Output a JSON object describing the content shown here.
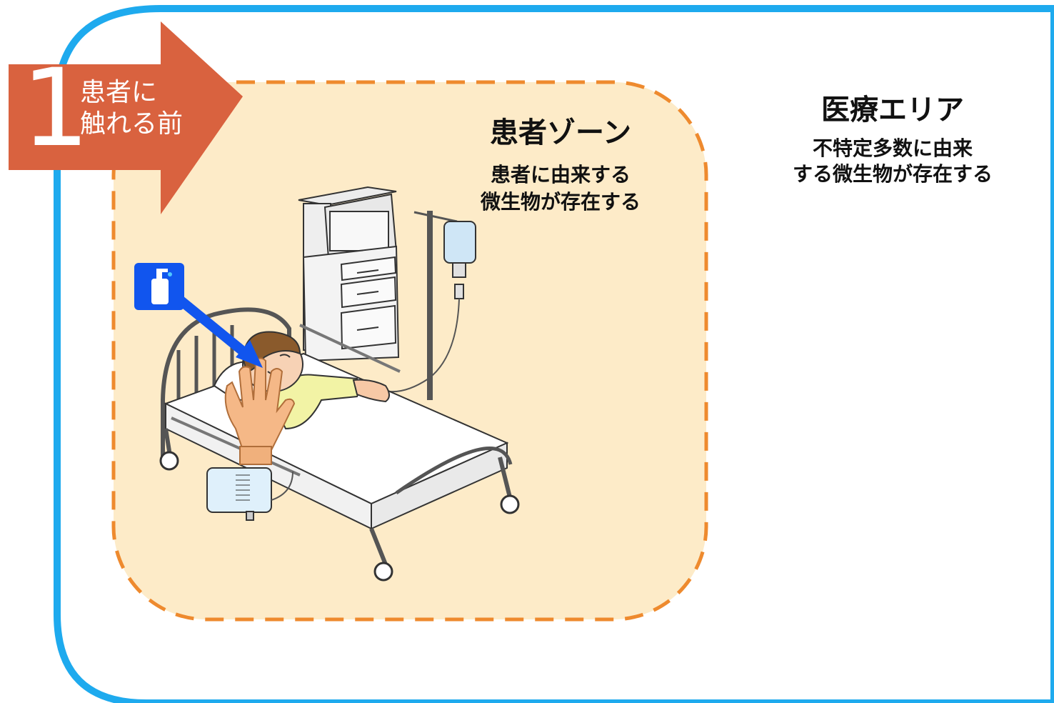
{
  "step": {
    "number": "1",
    "label": "患者に\n触れる前",
    "color": "#d9623f"
  },
  "patient_zone": {
    "title": "患者ゾーン",
    "description": "患者に由来する\n微生物が存在する",
    "fill": "#fdebc8",
    "border": "#ee8a2e"
  },
  "care_area": {
    "title": "医療エリア",
    "description": "不特定多数に由来\nする微生物が存在する",
    "border": "#1eaaee"
  },
  "icons": [
    "hand-sanitizer-icon",
    "arrow-icon",
    "hand-icon",
    "bed-icon",
    "patient-icon",
    "iv-drip-icon",
    "bedside-cabinet-icon",
    "urine-bag-icon"
  ]
}
